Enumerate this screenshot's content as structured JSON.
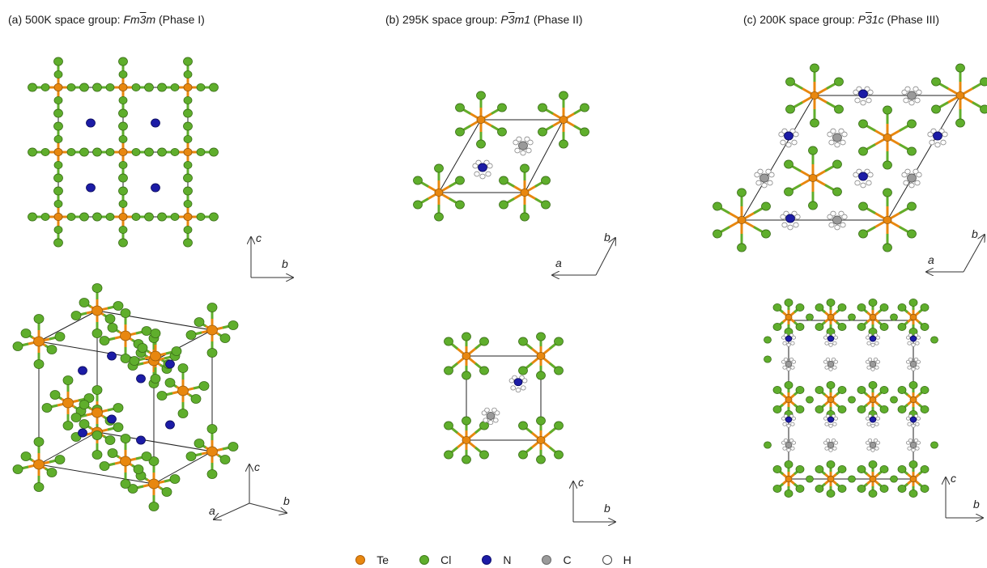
{
  "panels": [
    {
      "prefix": "(a) 500K space group: ",
      "group_parts": [
        "Fm",
        "3",
        "m"
      ],
      "group_overline_index": 1,
      "suffix": " (Phase I)"
    },
    {
      "prefix": "(b) 295K space group: ",
      "group_parts": [
        "P",
        "3",
        "m1"
      ],
      "group_overline_index": 1,
      "suffix": " (Phase II)"
    },
    {
      "prefix": "(c) 200K space group: ",
      "group_parts": [
        "P",
        "3",
        "1c"
      ],
      "group_overline_index": 1,
      "suffix": " (Phase III)"
    }
  ],
  "axes": {
    "a_top": [
      "c",
      "b"
    ],
    "a_bottom": [
      "c",
      "b",
      "a"
    ],
    "b_top": [
      "b",
      "a"
    ],
    "b_bottom": [
      "c",
      "b"
    ],
    "c_top": [
      "b",
      "a"
    ],
    "c_bottom": [
      "c",
      "b"
    ]
  },
  "legend": [
    {
      "label": "Te",
      "color": "#e8870f",
      "border": "#b0600a"
    },
    {
      "label": "Cl",
      "color": "#5fae2c",
      "border": "#3f7d1a"
    },
    {
      "label": "N",
      "color": "#1c1ca6",
      "border": "#0d0d70"
    },
    {
      "label": "C",
      "color": "#9a9a9a",
      "border": "#6a6a6a"
    },
    {
      "label": "H",
      "color": "#ffffff",
      "border": "#444444"
    }
  ],
  "colors": {
    "te": "#e8870f",
    "cl": "#5fae2c",
    "n": "#1c1ca6",
    "c": "#9a9a9a",
    "h": "#ffffff",
    "bond_te_cl": "#e8870f",
    "cell_line": "#222222"
  }
}
